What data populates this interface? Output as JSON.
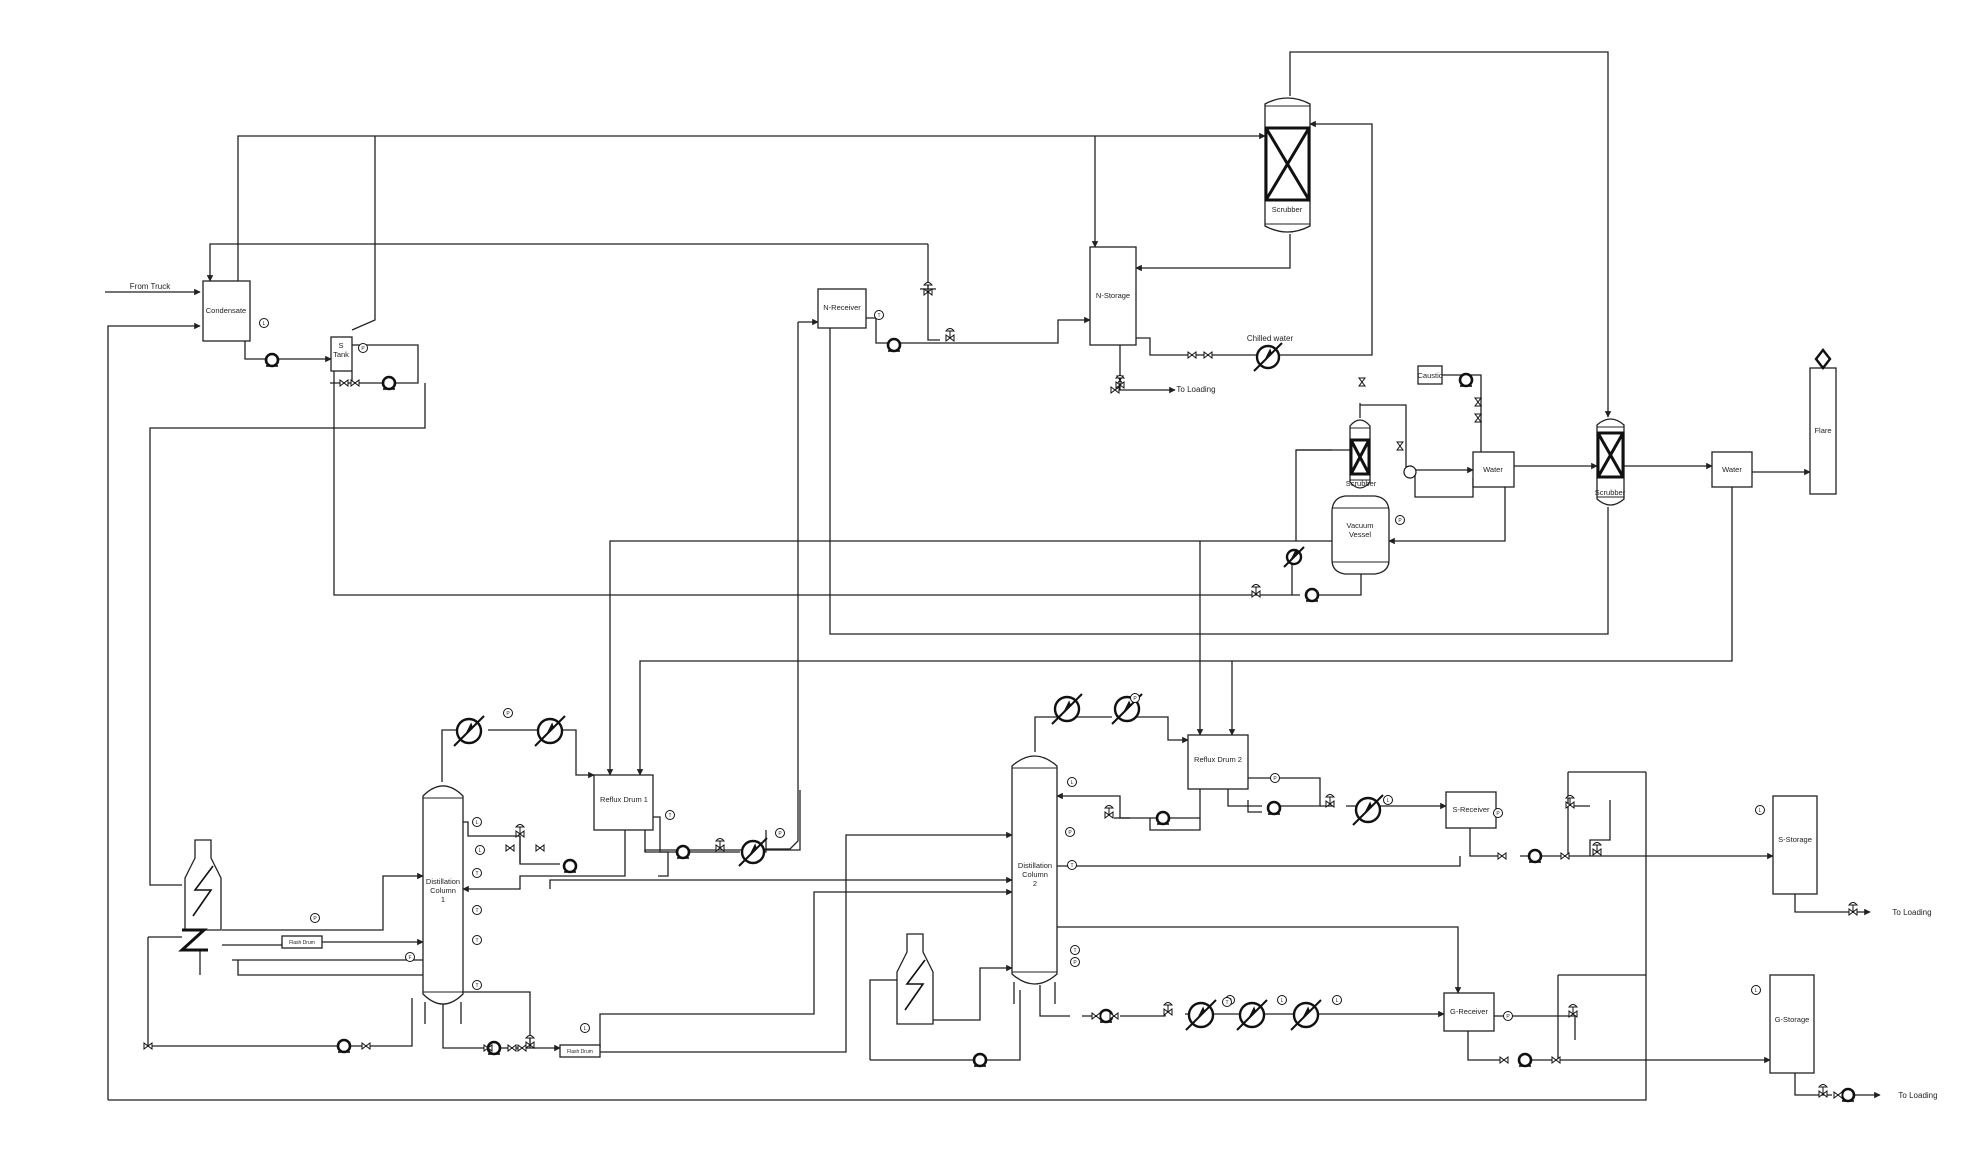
{
  "labels": {
    "from_truck": "From Truck",
    "condensate": "Condensate",
    "s_tank": [
      "S",
      "Tank"
    ],
    "n_receiver": "N-Receiver",
    "n_storage": "N-Storage",
    "scrubber_top": "Scrubber",
    "chilled_water": "Chilled water",
    "to_loading_n": "To Loading",
    "caustic": "Caustic",
    "water_1": "Water",
    "scrubber_2": "Scrubber",
    "scrubber_3": "Scrubber",
    "vacuum_vessel": [
      "Vacuum",
      "Vessel"
    ],
    "water_2": "Water",
    "flare": "Flare",
    "reflux_drum_1": "Reflux Drum 1",
    "reflux_drum_2": "Reflux Drum 2",
    "dist_col_1": [
      "Distillation",
      "Column",
      "1"
    ],
    "dist_col_2": [
      "Distillation",
      "Column",
      "2"
    ],
    "flash_drum_1": "Flash Drum",
    "flash_drum_2": "Flash Drum",
    "s_receiver": "S-Receiver",
    "g_receiver": "G-Receiver",
    "s_storage": "S-Storage",
    "g_storage": "G-Storage",
    "to_loading_s": "To Loading",
    "to_loading_g": "To Loading"
  },
  "instrument_tags": {
    "level": "L",
    "pressure": "P",
    "temperature": "T",
    "flow": "F"
  },
  "icons": {
    "pump": "pump-icon",
    "heat_exchanger": "heat-exchanger-icon",
    "valve": "valve-icon",
    "instrument": "instrument-bubble-icon",
    "packed_bed": "packed-bed-icon",
    "arrow": "flow-arrow-icon",
    "furnace": "furnace-icon",
    "flare_tip": "flare-tip-icon"
  }
}
